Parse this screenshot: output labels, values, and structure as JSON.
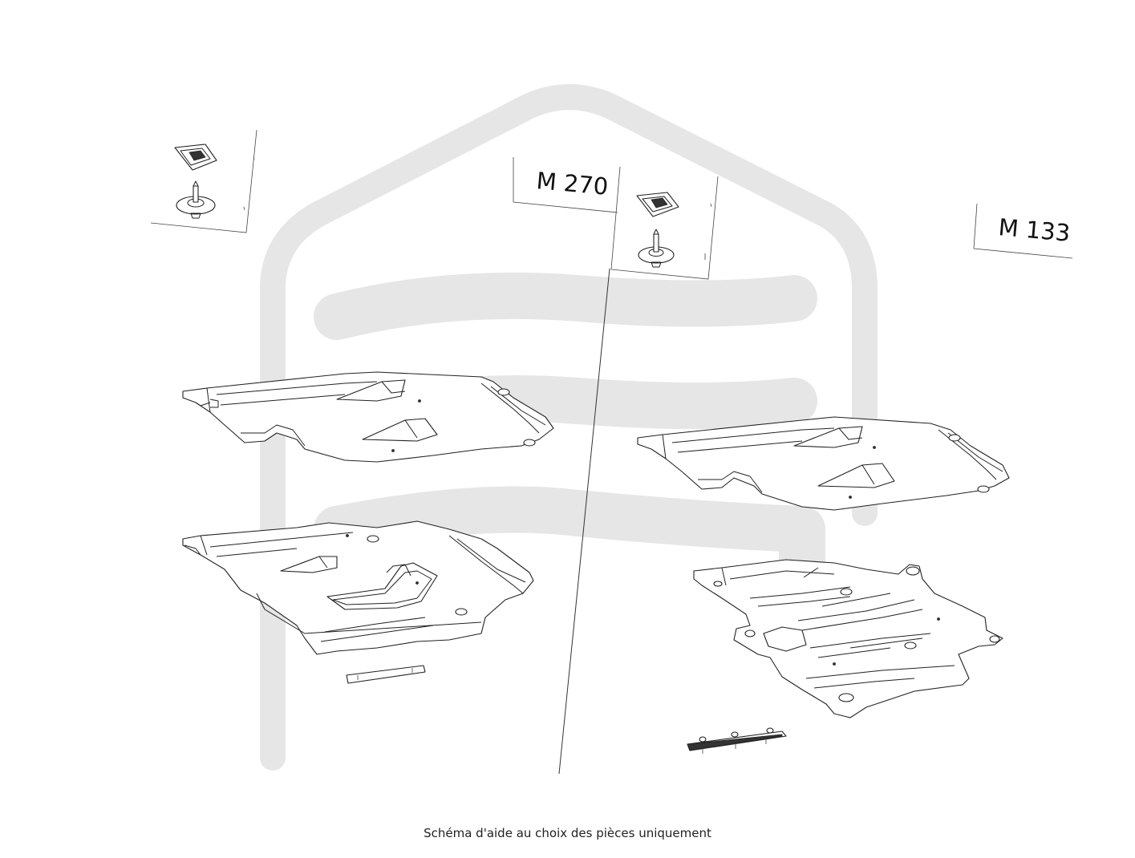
{
  "labels": {
    "engine_left": "M 270",
    "engine_right": "M 133",
    "caption": "Schéma d'aide au choix des pièces uniquement"
  },
  "colors": {
    "watermark": "#e6e6e6",
    "line": "#222222"
  },
  "icons": {
    "watermark": "brand-logo-watermark-icon",
    "clip": "clip-nut-icon",
    "screw": "screw-icon"
  }
}
